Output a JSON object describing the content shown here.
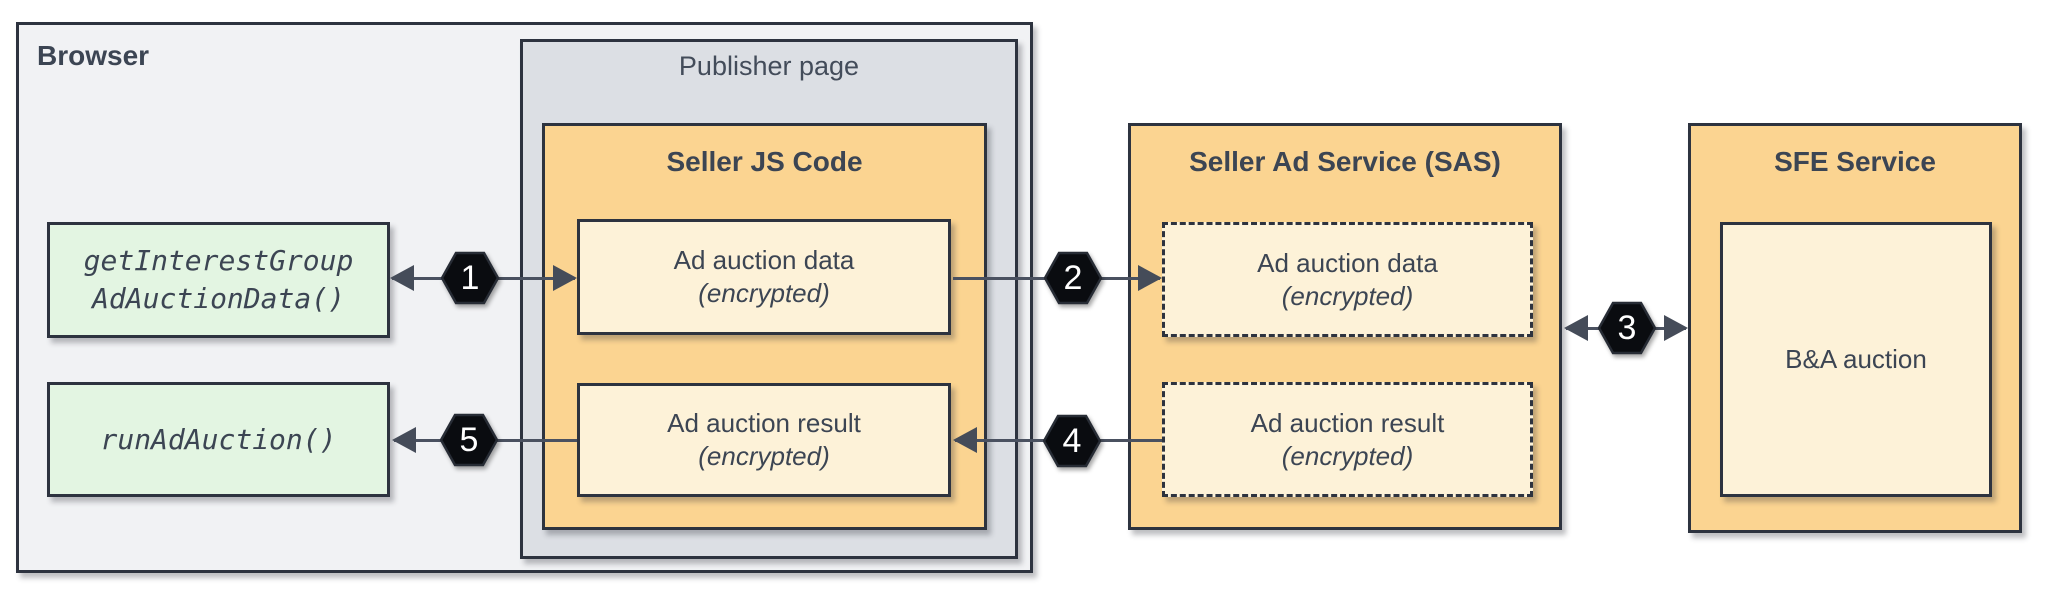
{
  "browser": {
    "label": "Browser",
    "api_calls": [
      {
        "lines": [
          "getInterestGroup",
          "AdAuctionData()"
        ]
      },
      {
        "lines": [
          "runAdAuction()"
        ]
      }
    ],
    "publisher_page": {
      "label": "Publisher page",
      "seller_js": {
        "label": "Seller JS Code",
        "boxes": [
          {
            "title": "Ad auction data",
            "note": "(encrypted)"
          },
          {
            "title": "Ad auction result",
            "note": "(encrypted)"
          }
        ]
      }
    }
  },
  "seller_ad_service": {
    "label": "Seller Ad Service (SAS)",
    "boxes": [
      {
        "title": "Ad auction data",
        "note": "(encrypted)"
      },
      {
        "title": "Ad auction result",
        "note": "(encrypted)"
      }
    ]
  },
  "sfe_service": {
    "label": "SFE Service",
    "box": {
      "title": "B&A auction"
    }
  },
  "steps": [
    {
      "n": "1"
    },
    {
      "n": "2"
    },
    {
      "n": "3"
    },
    {
      "n": "4"
    },
    {
      "n": "5"
    }
  ],
  "colors": {
    "browser_fill": "#f1f2f4",
    "publisher_fill": "#dcdfe4",
    "service_fill": "#fbd491",
    "inner_fill": "#fdf2d8",
    "api_fill": "#e3f5e2",
    "border": "#2d333f",
    "text": "#3c4553",
    "arrow": "#4a5160",
    "step_fill": "#0a0c10",
    "step_text": "#ffffff"
  }
}
